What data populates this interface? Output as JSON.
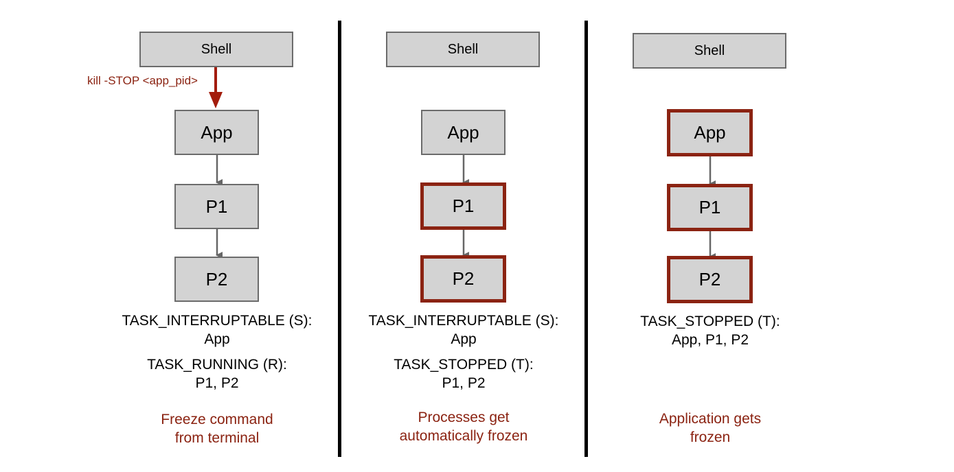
{
  "panels": [
    {
      "shell": "Shell",
      "app": "App",
      "p1": "P1",
      "p2": "P2",
      "command": "kill -STOP <app_pid>",
      "state_a_title": "TASK_INTERRUPTABLE (S):",
      "state_a_members": "App",
      "state_b_title": "TASK_RUNNING (R):",
      "state_b_members": "P1, P2",
      "caption_line1": "Freeze command",
      "caption_line2": "from terminal"
    },
    {
      "shell": "Shell",
      "app": "App",
      "p1": "P1",
      "p2": "P2",
      "state_a_title": "TASK_INTERRUPTABLE (S):",
      "state_a_members": "App",
      "state_b_title": "TASK_STOPPED (T):",
      "state_b_members": "P1, P2",
      "caption_line1": "Processes get",
      "caption_line2": "automatically frozen"
    },
    {
      "shell": "Shell",
      "app": "App",
      "p1": "P1",
      "p2": "P2",
      "state_a_title": "TASK_STOPPED (T):",
      "state_a_members": "App, P1, P2",
      "caption_line1": "Application gets",
      "caption_line2": "frozen"
    }
  ],
  "colors": {
    "box_fill": "#d3d3d3",
    "box_border": "#6b6b6b",
    "frozen_border": "#8b2312",
    "command_arrow": "#a31c0c",
    "connector_arrow": "#666666",
    "caption_text": "#8b2312"
  }
}
